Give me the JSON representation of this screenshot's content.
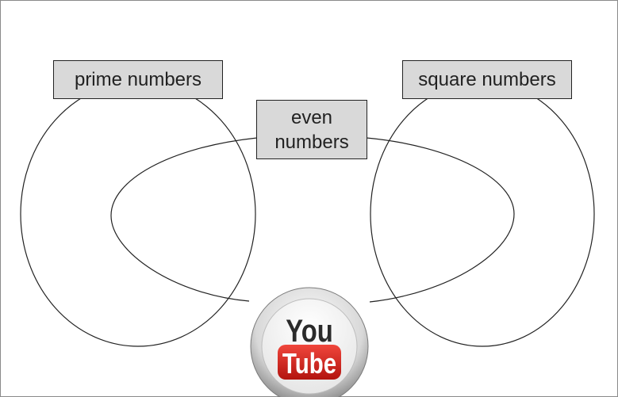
{
  "labels": {
    "prime": "prime numbers",
    "even_line1": "even",
    "even_line2": "numbers",
    "square": "square numbers"
  },
  "logo": {
    "word1": "You",
    "word2": "Tube",
    "red": "#d8261f",
    "dark": "#2b2b2b"
  },
  "colors": {
    "box_fill": "#d9d9d9",
    "outline": "#222222"
  }
}
